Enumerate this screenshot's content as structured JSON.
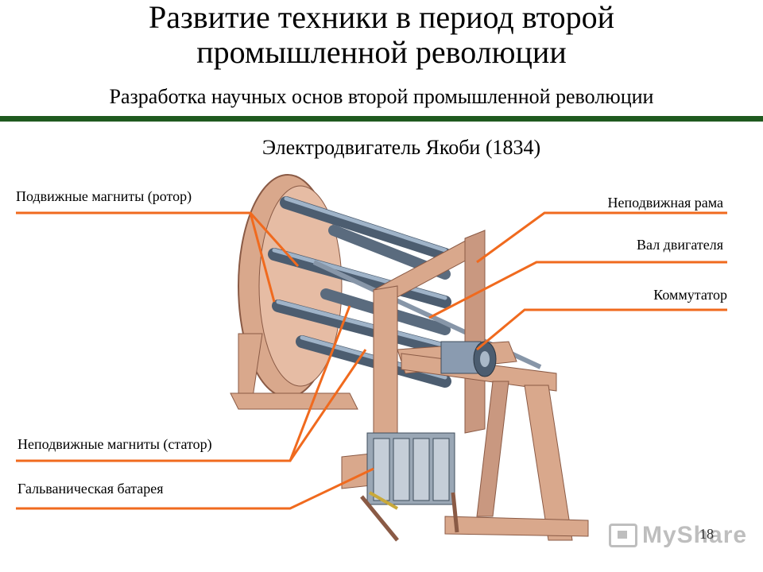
{
  "slide": {
    "title_line1": "Развитие техники в период второй",
    "title_line2": "промышленной революции",
    "subtitle": "Разработка научных основ второй промышленной революции",
    "caption": "Электродвигатель Якоби (1834)",
    "page_number": "18"
  },
  "labels": {
    "rotor": "Подвижные магниты (ротор)",
    "frame": "Неподвижная рама",
    "shaft": "Вал двигателя",
    "commutator": "Коммутатор",
    "stator": "Неподвижные магниты (статор)",
    "battery": "Гальваническая батарея"
  },
  "watermark": {
    "text": "MyShare"
  },
  "colors": {
    "accent_rule": "#1f5a1f",
    "leader_line": "#f06a1e",
    "wood": "#d9a88c",
    "wood_dark": "#a8725c",
    "metal": "#7c8ea3"
  }
}
